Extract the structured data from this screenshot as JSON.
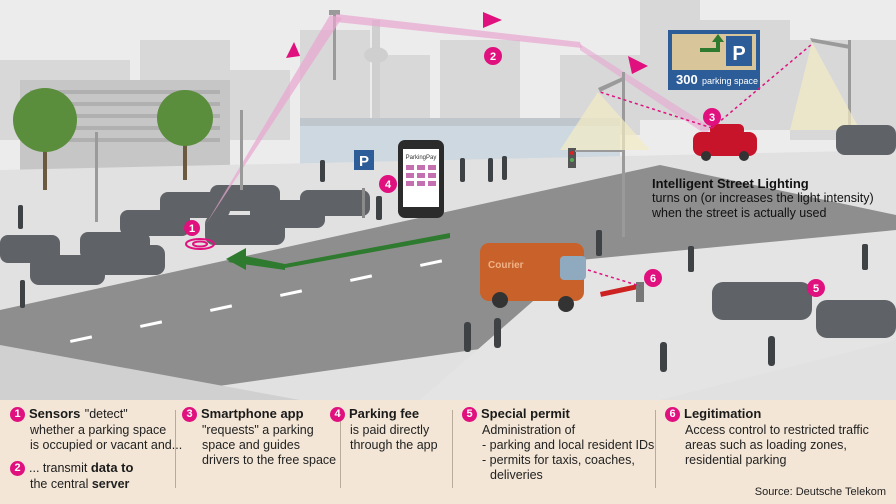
{
  "sign": {
    "number": "300",
    "label": "parking space",
    "letter": "P"
  },
  "phone": {
    "app_title": "ParkingPay"
  },
  "street_parking_sign": "P",
  "callout": {
    "title": "Intelligent Street Lighting",
    "lines": [
      "turns on (or increases the light intensity)",
      "when the street is actually used"
    ]
  },
  "scene_badges": [
    "1",
    "2",
    "3",
    "4",
    "5",
    "6"
  ],
  "van_text": "Courier",
  "legend": {
    "sensors": {
      "num": "1",
      "title": "Sensors",
      "inline": "\"detect\"",
      "lines": [
        "whether a parking space",
        "is occupied or vacant and..."
      ]
    },
    "transmit": {
      "num": "2",
      "pre": "... transmit ",
      "bold1": "data to",
      "mid": "the central ",
      "bold2": "server"
    },
    "smartphone": {
      "num": "3",
      "title": "Smartphone app",
      "lines": [
        "\"requests\" a parking",
        "space and guides",
        "drivers to the free space"
      ]
    },
    "fee": {
      "num": "4",
      "title": "Parking fee",
      "lines": [
        "is paid directly",
        "through the app"
      ]
    },
    "permit": {
      "num": "5",
      "title": "Special permit",
      "lines": [
        "Administration of",
        "- parking and local resident IDs",
        "- permits for taxis, coaches,",
        "  deliveries"
      ]
    },
    "legit": {
      "num": "6",
      "title": "Legitimation",
      "lines": [
        "Access control to restricted traffic",
        "areas such as loading zones,",
        "residential parking"
      ]
    }
  },
  "source": "Source: Deutsche Telekom",
  "colors": {
    "accent": "#e0117f",
    "road": "#8e8e8e",
    "beige": "#f3e6d6",
    "arrow_green": "#2e7a2e",
    "van": "#c9622a",
    "car_red": "#c8142a"
  }
}
